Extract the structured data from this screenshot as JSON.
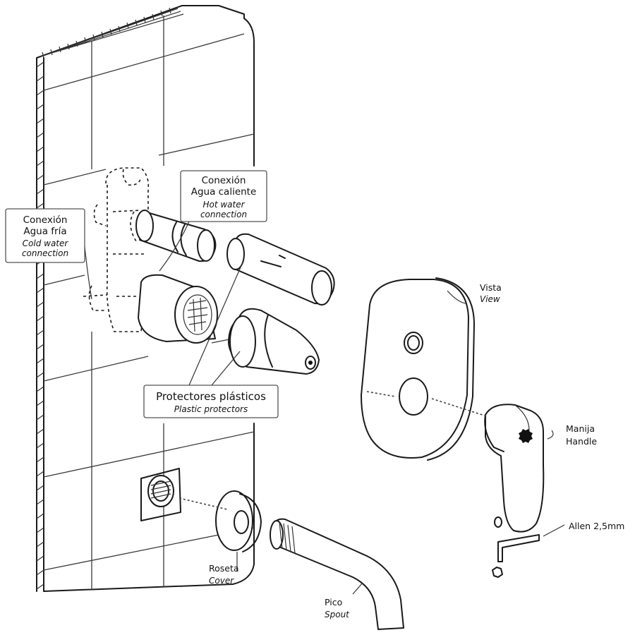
{
  "labels": {
    "cold_water": {
      "es_line1": "Conexión",
      "es_line2": "Agua fría",
      "en_line1": "Cold water",
      "en_line2": "connection"
    },
    "hot_water": {
      "es_line1": "Conexión",
      "es_line2": "Agua caliente",
      "en_line1": "Hot water",
      "en_line2": "connection"
    },
    "protectors": {
      "es": "Protectores plásticos",
      "en": "Plastic protectors"
    },
    "view": {
      "es": "Vista",
      "en": "View"
    },
    "handle": {
      "es": "Manija",
      "en": "Handle"
    },
    "allen": {
      "text": "Allen 2,5mm"
    },
    "cover": {
      "es": "Roseta",
      "en": "Cover"
    },
    "spout": {
      "es": "Pico",
      "en": "Spout"
    }
  }
}
